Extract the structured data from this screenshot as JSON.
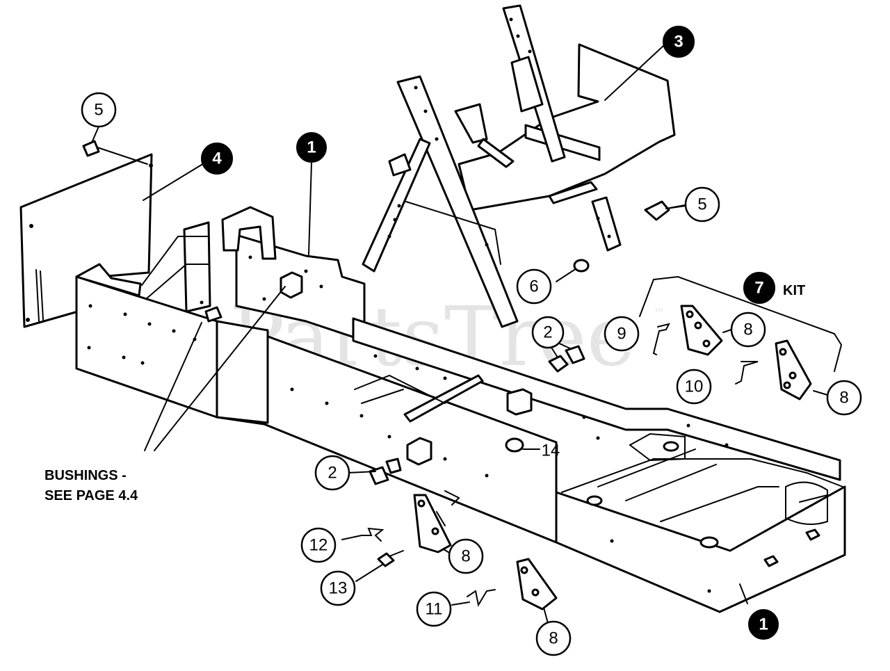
{
  "watermark": "PartsTree",
  "watermark_mark": "™",
  "notes": {
    "bushings_line1": "BUSHINGS -",
    "bushings_line2": "SEE PAGE 4.4",
    "kit_label": "KIT"
  },
  "callouts": [
    {
      "id": "c1a",
      "label": "1",
      "style": "filled"
    },
    {
      "id": "c1b",
      "label": "1",
      "style": "filled"
    },
    {
      "id": "c2a",
      "label": "2",
      "style": "outline"
    },
    {
      "id": "c2b",
      "label": "2",
      "style": "outline"
    },
    {
      "id": "c3",
      "label": "3",
      "style": "filled"
    },
    {
      "id": "c4",
      "label": "4",
      "style": "filled"
    },
    {
      "id": "c5a",
      "label": "5",
      "style": "outline"
    },
    {
      "id": "c5b",
      "label": "5",
      "style": "outline"
    },
    {
      "id": "c6",
      "label": "6",
      "style": "outline"
    },
    {
      "id": "c7",
      "label": "7",
      "style": "filled"
    },
    {
      "id": "c8a",
      "label": "8",
      "style": "outline"
    },
    {
      "id": "c8b",
      "label": "8",
      "style": "outline"
    },
    {
      "id": "c8c",
      "label": "8",
      "style": "outline"
    },
    {
      "id": "c8d",
      "label": "8",
      "style": "outline"
    },
    {
      "id": "c9",
      "label": "9",
      "style": "outline"
    },
    {
      "id": "c10",
      "label": "10",
      "style": "outline"
    },
    {
      "id": "c11",
      "label": "11",
      "style": "outline"
    },
    {
      "id": "c12",
      "label": "12",
      "style": "outline"
    },
    {
      "id": "c13",
      "label": "13",
      "style": "outline"
    },
    {
      "id": "c14",
      "label": "14",
      "style": "plain"
    }
  ],
  "colors": {
    "ink": "#000000",
    "paper": "#ffffff",
    "watermark": "#cfcfcf"
  }
}
